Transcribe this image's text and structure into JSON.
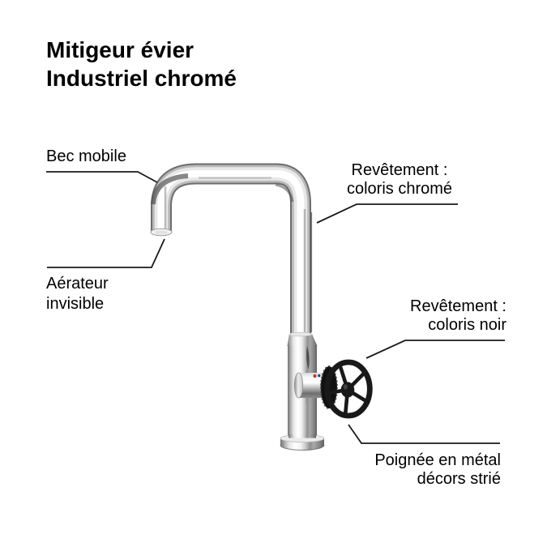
{
  "page": {
    "background": "#ffffff"
  },
  "title": {
    "line1": "Mitigeur évier",
    "line2": "Industriel chromé"
  },
  "annotations": {
    "bec_mobile": {
      "label": "Bec mobile"
    },
    "revetement_chrome": {
      "line1": "Revêtement :",
      "line2": "coloris chromé"
    },
    "aerateur_invisible": {
      "line1": "Aérateur",
      "line2": "invisible"
    },
    "revetement_noir": {
      "line1": "Revêtement :",
      "line2": "coloris noir"
    },
    "poignee_metal": {
      "line1": "Poignée en métal",
      "line2": "décors strié"
    }
  },
  "product": {
    "kind": "faucet-illustration"
  },
  "colors": {
    "text": "#000000",
    "callout_line": "#1a1a1a",
    "chrome_highlight": "#ffffff",
    "chrome_mid": "#b9b9b9",
    "chrome_dark": "#6d6d6d",
    "handle_black": "#191919",
    "hot_dot": "#c0392b",
    "cold_dot": "#24418e"
  }
}
